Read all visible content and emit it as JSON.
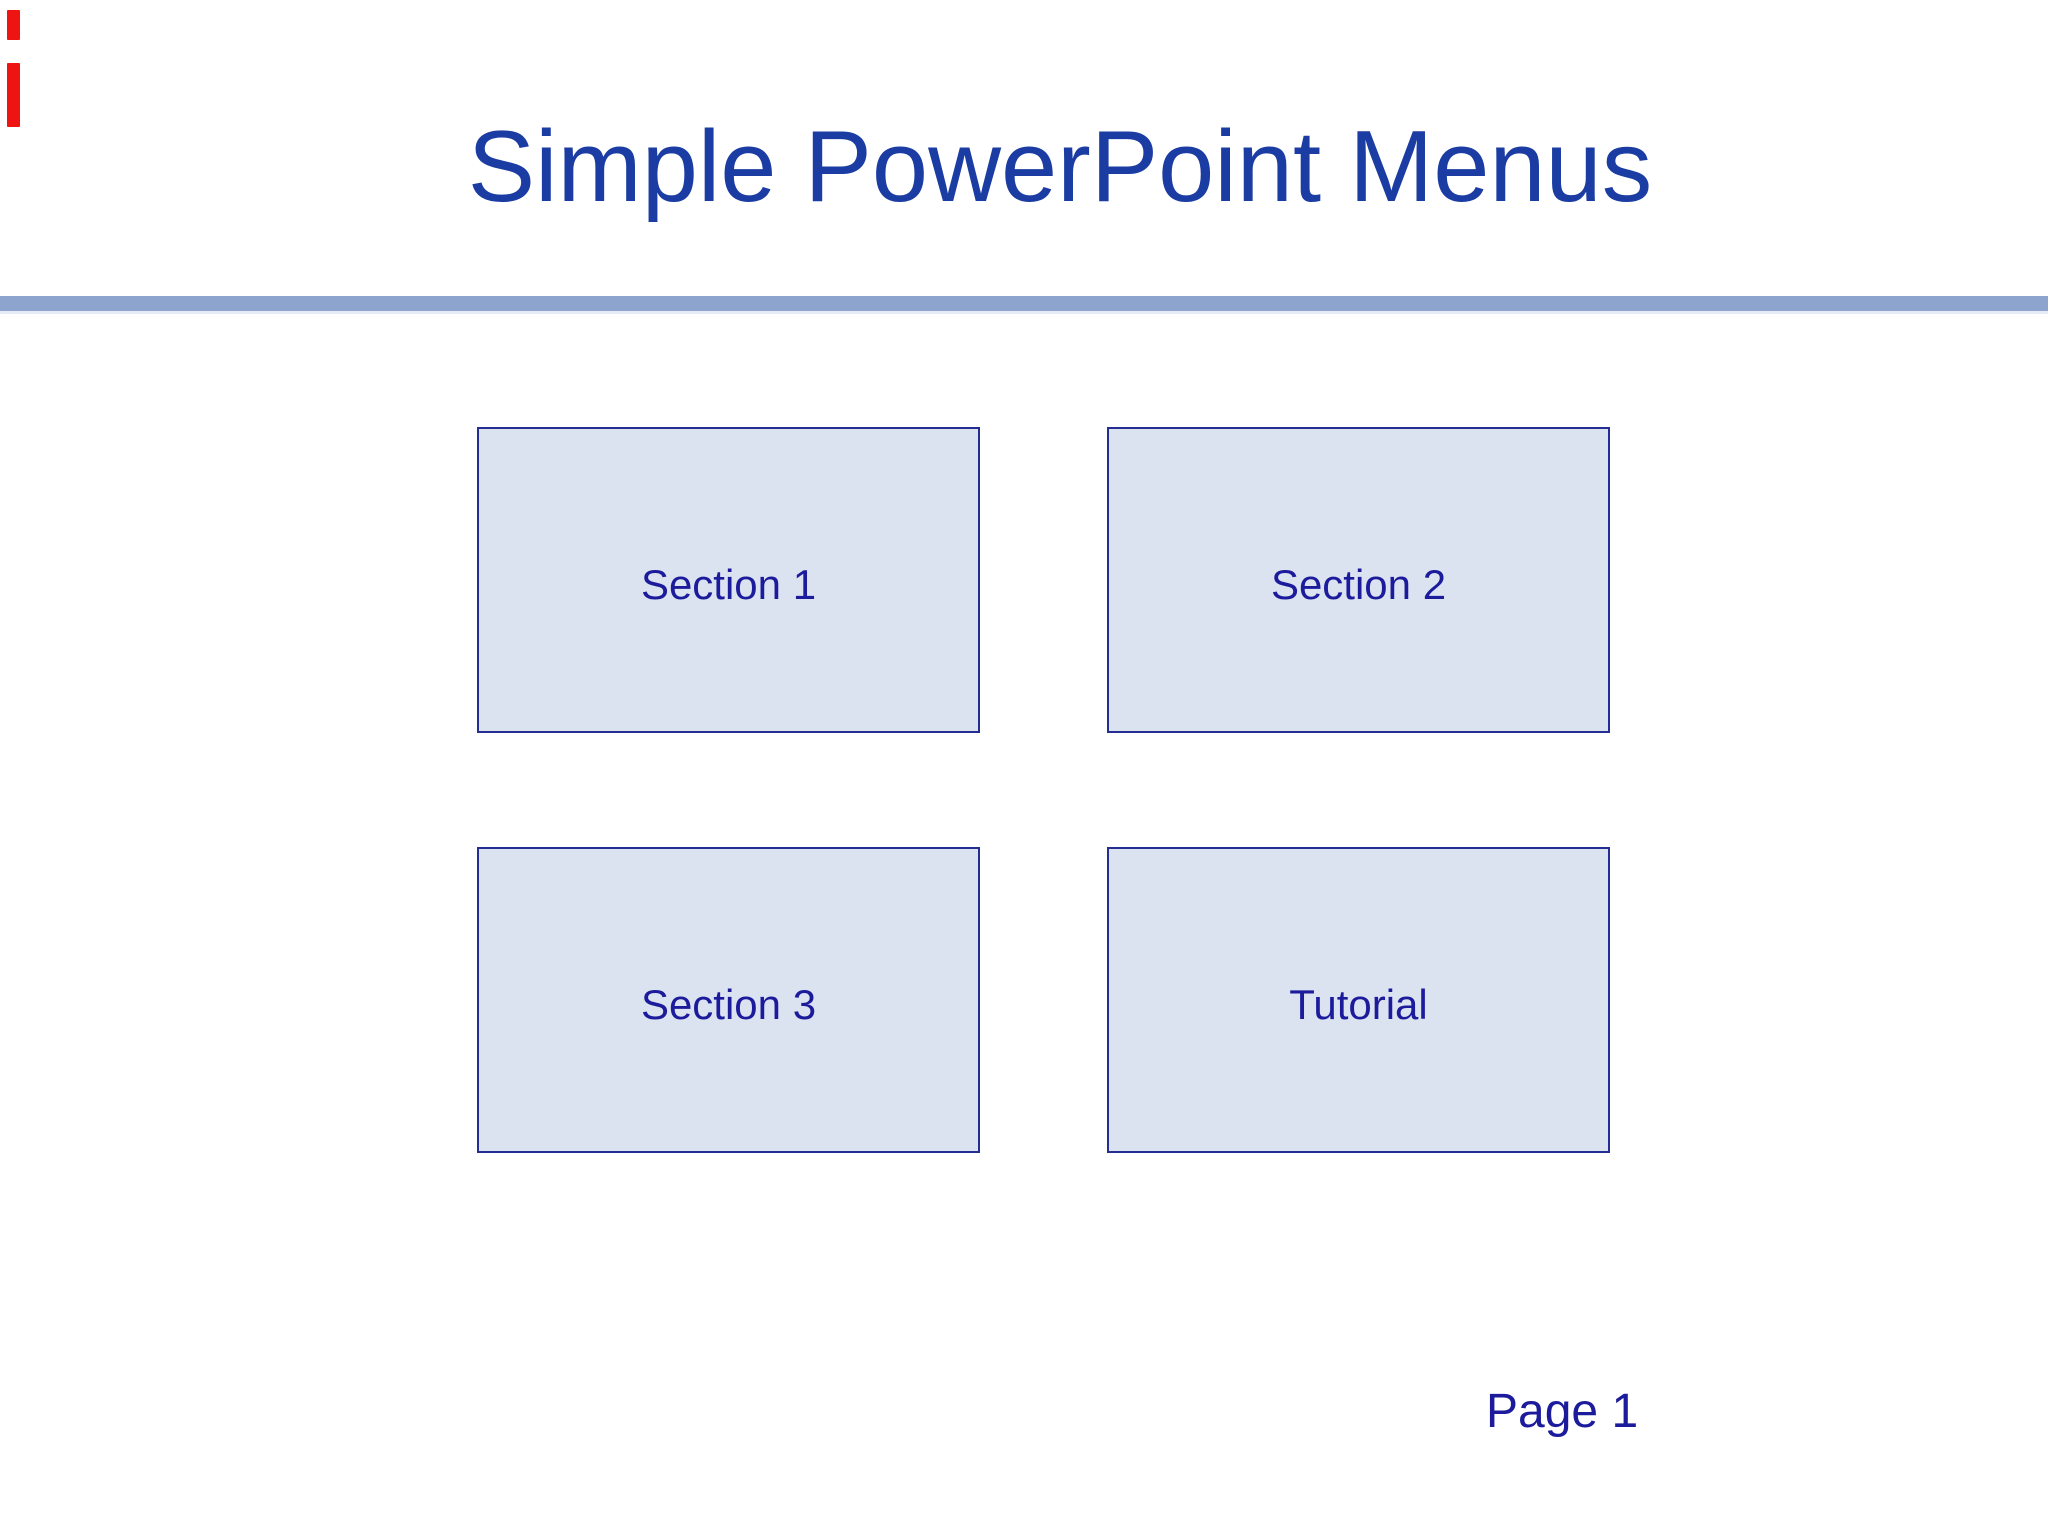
{
  "slide": {
    "title": "Simple PowerPoint Menus",
    "menu_buttons": [
      {
        "label": "Section 1"
      },
      {
        "label": "Section 2"
      },
      {
        "label": "Section 3"
      },
      {
        "label": "Tutorial"
      }
    ],
    "page_label": "Page 1",
    "markers": {
      "top_left_marks": 2,
      "description": "two small red bars at top-left edge"
    },
    "colors": {
      "title_text": "#1b3ca3",
      "button_text": "#1b1b9c",
      "button_fill": "#dbe2f0",
      "button_border": "#242e92",
      "divider_bar": "#8ca4ce",
      "page_text": "#1b1b9c",
      "marker_red": "#ed1411",
      "background": "#ffffff"
    }
  }
}
